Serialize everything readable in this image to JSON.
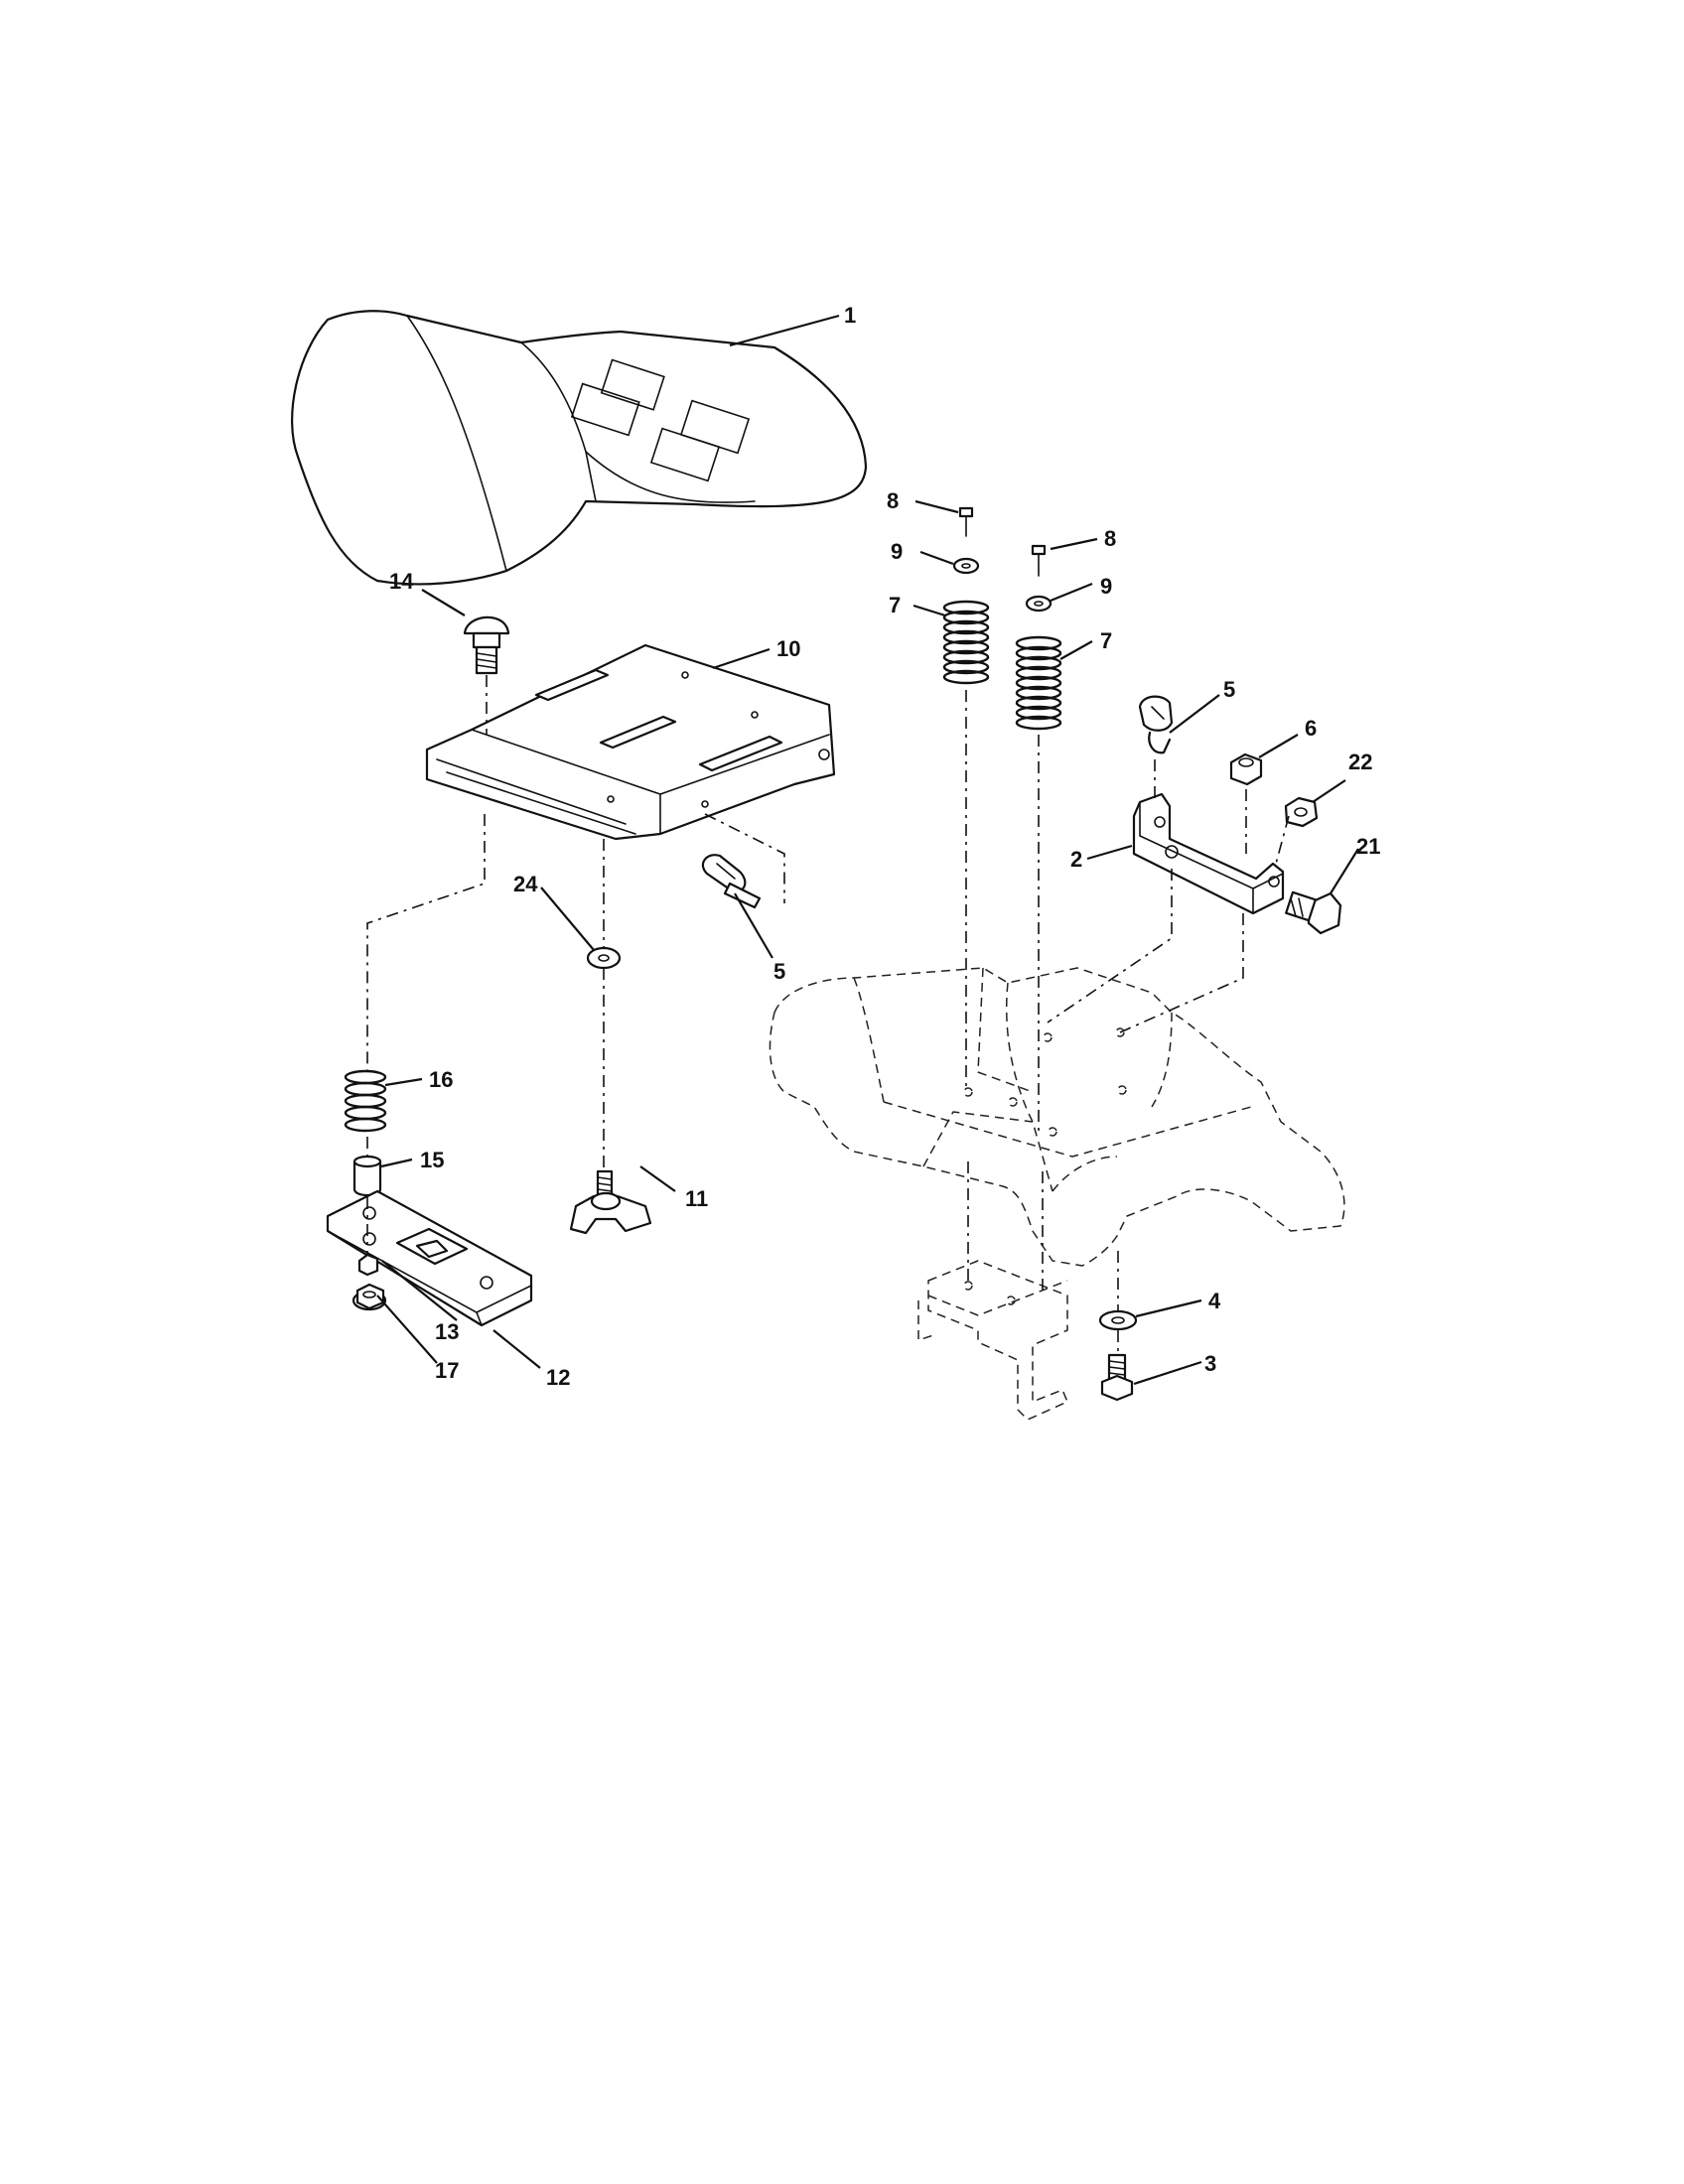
{
  "callouts": [
    {
      "id": "c1",
      "text": "1"
    },
    {
      "id": "c14",
      "text": "14"
    },
    {
      "id": "c10",
      "text": "10"
    },
    {
      "id": "c24",
      "text": "24"
    },
    {
      "id": "c5a",
      "text": "5"
    },
    {
      "id": "c16",
      "text": "16"
    },
    {
      "id": "c15",
      "text": "15"
    },
    {
      "id": "c11",
      "text": "11"
    },
    {
      "id": "c13",
      "text": "13"
    },
    {
      "id": "c17",
      "text": "17"
    },
    {
      "id": "c12",
      "text": "12"
    },
    {
      "id": "c8a",
      "text": "8"
    },
    {
      "id": "c9a",
      "text": "9"
    },
    {
      "id": "c7a",
      "text": "7"
    },
    {
      "id": "c8b",
      "text": "8"
    },
    {
      "id": "c9b",
      "text": "9"
    },
    {
      "id": "c7b",
      "text": "7"
    },
    {
      "id": "c5b",
      "text": "5"
    },
    {
      "id": "c6",
      "text": "6"
    },
    {
      "id": "c22",
      "text": "22"
    },
    {
      "id": "c2",
      "text": "2"
    },
    {
      "id": "c21",
      "text": "21"
    },
    {
      "id": "c4",
      "text": "4"
    },
    {
      "id": "c3",
      "text": "3"
    }
  ]
}
